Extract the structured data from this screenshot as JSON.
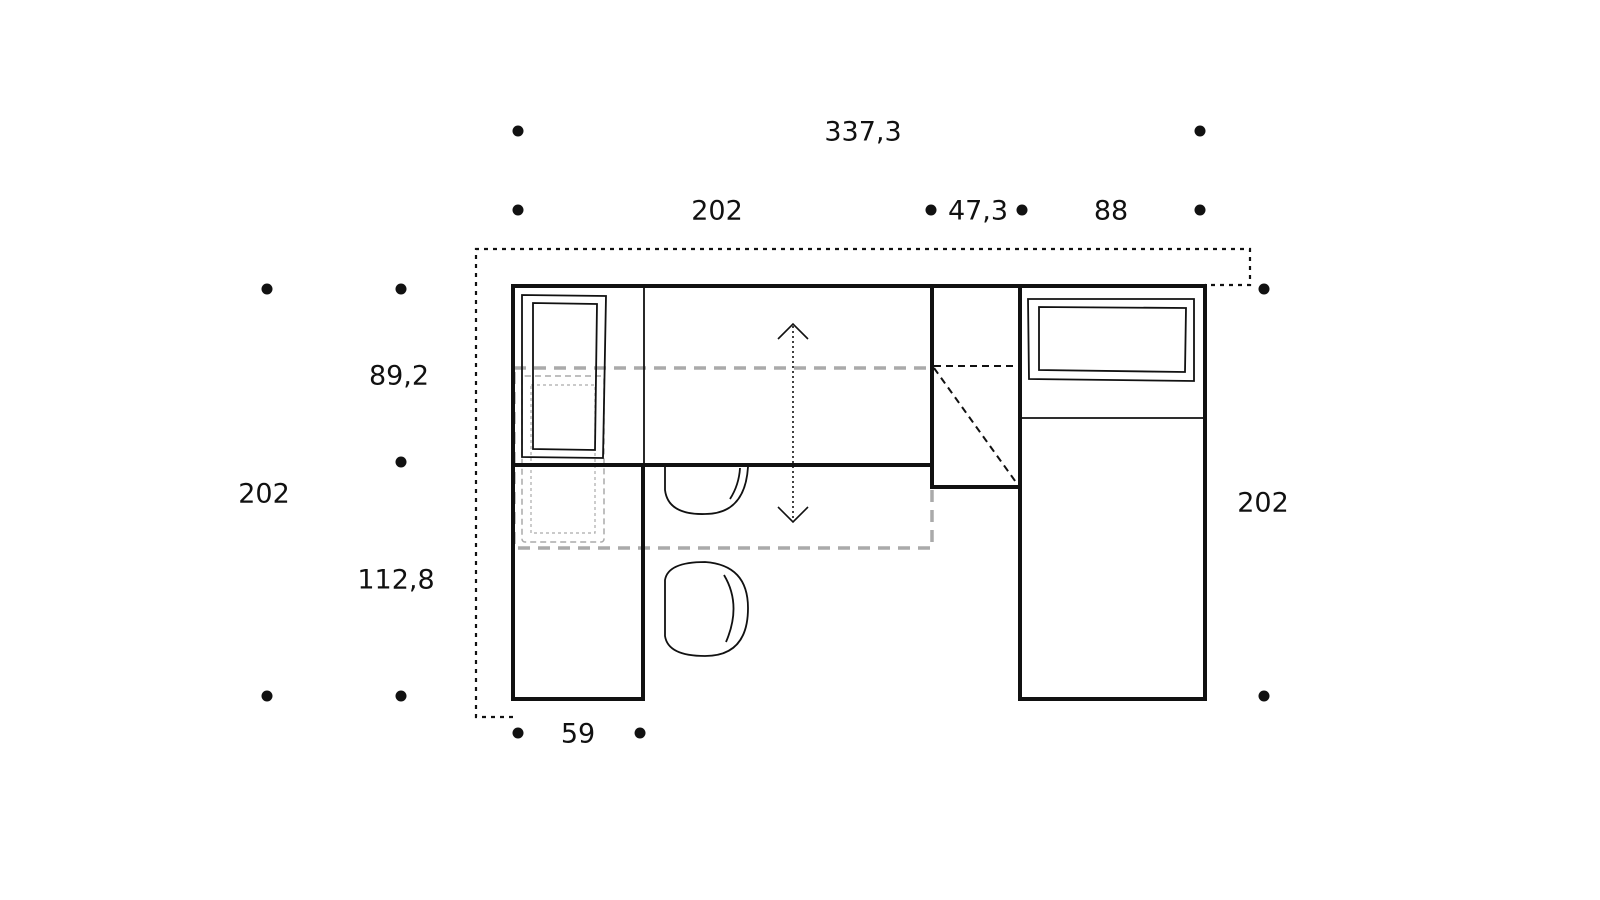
{
  "dimensions": {
    "total_width": "337,3",
    "desk_width": "202",
    "cabinet_width": "47,3",
    "bed_width": "88",
    "upper_depth": "89,2",
    "lower_depth": "112,8",
    "left_total_depth": "202",
    "right_total_depth": "202",
    "side_unit_width": "59"
  }
}
